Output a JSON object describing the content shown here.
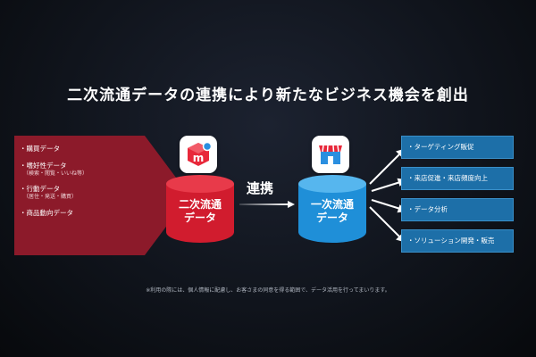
{
  "title": "二次流通データの連携により新たなビジネス機会を創出",
  "left_panel": {
    "items": [
      {
        "label": "・購買データ",
        "sub": ""
      },
      {
        "label": "・嗜好性データ",
        "sub": "（検索・閲覧・いいね等）"
      },
      {
        "label": "・行動データ",
        "sub": "（居住・発送・購買）"
      },
      {
        "label": "・商品動向データ",
        "sub": ""
      }
    ]
  },
  "secondary_db": {
    "line1": "二次流通",
    "line2": "データ"
  },
  "link_label": "連携",
  "primary_db": {
    "line1": "一次流通",
    "line2": "データ"
  },
  "outcomes": [
    "・ターゲティング販促",
    "・来店促進・来店頻度向上",
    "・データ分析",
    "・ソリューション開発・販売"
  ],
  "note": "※利用の際には、個人情報に配慮し、お客さまの同意を得る範囲で、データ活用を行ってまいります。",
  "colors": {
    "red": "#d11c2e",
    "blue": "#1f8fd8",
    "box": "#1d6fa8"
  }
}
